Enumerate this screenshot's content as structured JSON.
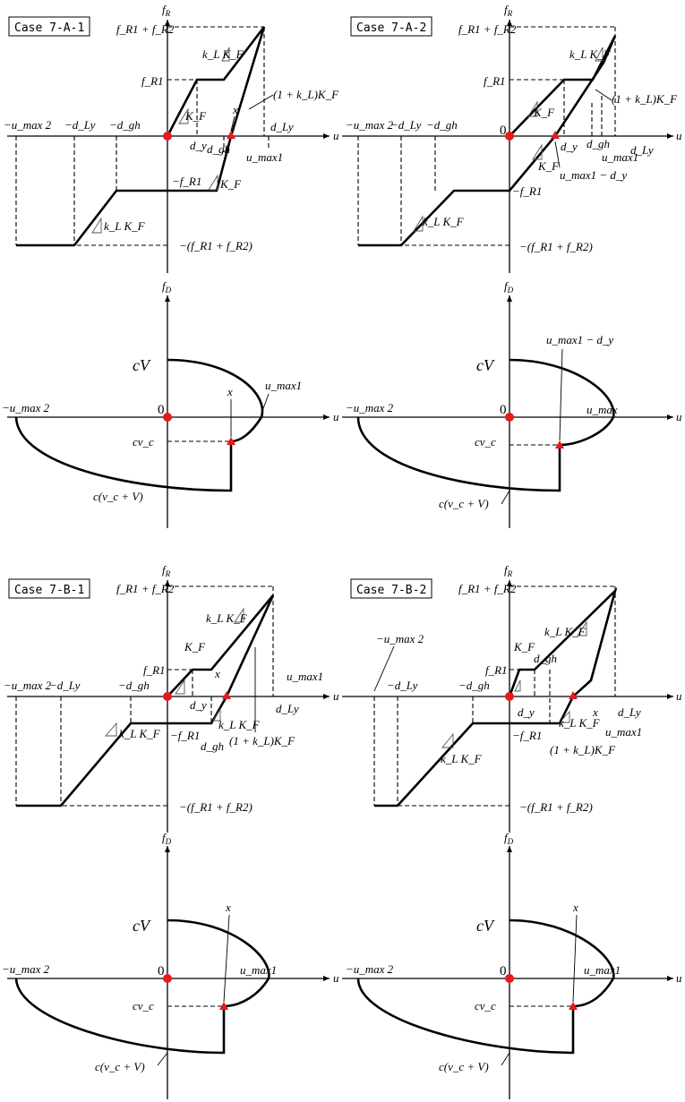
{
  "panels": {
    "a1": {
      "case_label": "Case 7-A-1",
      "axis_x": "u",
      "axis_y": "f",
      "labels": {
        "top": "f_R1 + f_R2",
        "fr1": "f_R1",
        "mfr1": "−f_R1",
        "umax2": "−u_max 2",
        "dly_neg": "−d_Ly",
        "dgh_neg": "−d_gh",
        "kf1": "K_F",
        "kf2": "K_F",
        "klkf_top": "k_L K_F",
        "klkf_bot": "k_L K_F",
        "onekl": "(1 + k_L)K_F",
        "x": "x",
        "dy": "d_y",
        "dgh": "d_gh",
        "umax1": "u_max1",
        "dly": "d_Ly",
        "bottom": "−(f_R1 + f_R2)"
      }
    },
    "a2": {
      "case_label": "Case 7-A-2",
      "axis_x": "u",
      "axis_y": "f",
      "labels": {
        "top": "f_R1 + f_R2",
        "fr1": "f_R1",
        "mfr1": "−f_R1",
        "zero": "0",
        "umax2": "−u_max 2",
        "dly_neg": "−d_Ly",
        "dgh_neg": "−d_gh",
        "kf1": "K_F",
        "kf2": "K_F",
        "klkf_top": "k_L K_F",
        "klkf_bot": "k_L K_F",
        "onekl": "(1 + k_L)K_F",
        "dy": "d_y",
        "umd": "u_max1 − d_y",
        "dgh": "d_gh",
        "umax1": "u_max1",
        "dly": "d_Ly",
        "bottom": "−(f_R1 + f_R2)"
      }
    },
    "a1d": {
      "axis_x": "u",
      "axis_y": "f",
      "labels": {
        "cv": "cV",
        "zero": "0",
        "umax1": "u_max1",
        "umax2": "−u_max 2",
        "x": "x",
        "cvc": "cv_c",
        "cvcV": "c(v_c + V)"
      }
    },
    "a2d": {
      "axis_x": "u",
      "axis_y": "f",
      "labels": {
        "cv": "cV",
        "zero": "0",
        "umd": "u_max1 − d_y",
        "umax": "u_max",
        "umax2": "−u_max 2",
        "cvc": "cv_c",
        "cvcV": "c(v_c + V)"
      }
    },
    "b1": {
      "case_label": "Case 7-B-1",
      "axis_x": "u",
      "axis_y": "f",
      "labels": {
        "top": "f_R1 + f_R2",
        "fr1": "f_R1",
        "mfr1": "−f_R1",
        "umax2": "−u_max 2",
        "dly_neg": "−d_Ly",
        "dgh_neg": "−d_gh",
        "kf": "K_F",
        "klkf_top": "k_L K_F",
        "klkf_mid": "k_L K_F",
        "klkf_bot": "k_L K_F",
        "onekl": "(1 + k_L)K_F",
        "x": "x",
        "dy": "d_y",
        "dgh": "d_gh",
        "umax1": "u_max1",
        "dly": "d_Ly",
        "bottom": "−(f_R1 + f_R2)"
      }
    },
    "b2": {
      "case_label": "Case 7-B-2",
      "axis_x": "u",
      "axis_y": "f",
      "labels": {
        "top": "f_R1 + f_R2",
        "fr1": "f_R1",
        "mfr1": "−f_R1",
        "umax2": "−u_max 2",
        "dly_neg": "−d_Ly",
        "dgh_neg": "−d_gh",
        "kf": "K_F",
        "klkf_top": "k_L K_F",
        "klkf_mid": "k_L K_F",
        "klkf_bot": "k_L K_F",
        "onekl": "(1 + k_L)K_F",
        "x": "x",
        "dy": "d_y",
        "dgh": "d_gh",
        "umax1": "u_max1",
        "dly": "d_Ly",
        "bottom": "−(f_R1 + f_R2)"
      }
    },
    "b1d": {
      "axis_x": "u",
      "axis_y": "f",
      "labels": {
        "cv": "cV",
        "zero": "0",
        "umax1": "u_max1",
        "umax2": "−u_max 2",
        "x": "x",
        "cvc": "cv_c",
        "cvcV": "c(v_c + V)"
      }
    },
    "b2d": {
      "axis_x": "u",
      "axis_y": "f",
      "labels": {
        "cv": "cV",
        "zero": "0",
        "umax1": "u_max1",
        "umax2": "−u_max 2",
        "x": "x",
        "cvc": "cv_c",
        "cvcV": "c(v_c + V)"
      }
    }
  },
  "subscripts": {
    "R": "R",
    "D": "D"
  }
}
